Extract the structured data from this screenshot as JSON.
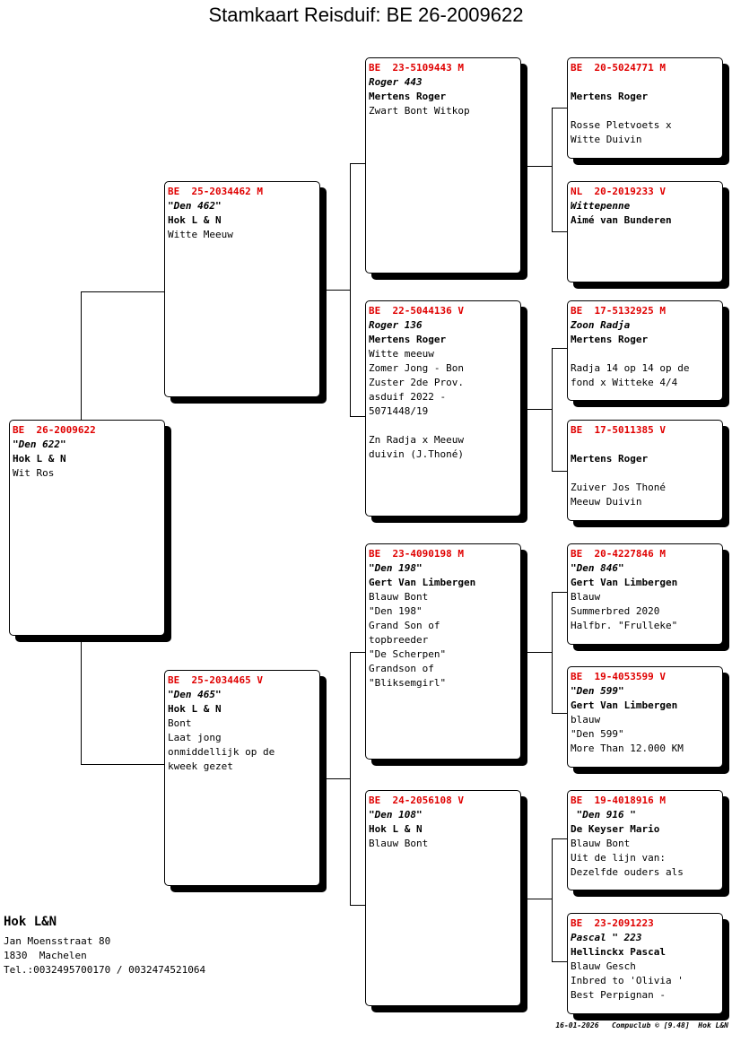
{
  "title": "Stamkaart Reisduif: BE  26-2009622",
  "cards": {
    "subject": {
      "ring": "BE  26-2009622",
      "name": "\"Den 622\"",
      "owner": "Hok L & N",
      "lines": [
        "Wit Ros"
      ]
    },
    "father": {
      "ring": "BE  25-2034462 M",
      "name": "\"Den 462\"",
      "owner": "Hok L & N",
      "lines": [
        "Witte Meeuw"
      ]
    },
    "mother": {
      "ring": "BE  25-2034465 V",
      "name": "\"Den 465\"",
      "owner": "Hok L & N",
      "lines": [
        "Bont",
        "Laat jong",
        "onmiddellijk op de",
        "kweek gezet"
      ]
    },
    "ff": {
      "ring": "BE  23-5109443 M",
      "name": "Roger 443",
      "owner": "Mertens Roger",
      "lines": [
        "Zwart Bont Witkop"
      ]
    },
    "fm": {
      "ring": "BE  22-5044136 V",
      "name": "Roger 136",
      "owner": "Mertens Roger",
      "lines": [
        "Witte meeuw",
        "Zomer Jong - Bon",
        "Zuster 2de Prov.",
        "asduif 2022 -",
        "5071448/19",
        "",
        "Zn Radja x Meeuw",
        "duivin (J.Thoné)"
      ]
    },
    "mf": {
      "ring": "BE  23-4090198 M",
      "name": "\"Den 198\"",
      "owner": "Gert Van Limbergen",
      "lines": [
        "Blauw Bont",
        "\"Den 198\"",
        "Grand Son of",
        "topbreeder",
        "\"De Scherpen\"",
        "Grandson of",
        "\"Bliksemgirl\""
      ]
    },
    "mm": {
      "ring": "BE  24-2056108 V",
      "name": "\"Den 108\"",
      "owner": "Hok L & N",
      "lines": [
        "Blauw Bont"
      ]
    },
    "fff": {
      "ring": "BE  20-5024771 M",
      "name": "",
      "owner": "Mertens Roger",
      "lines": [
        "",
        "Rosse Pletvoets x",
        "Witte Duivin"
      ]
    },
    "ffm": {
      "ring": "NL  20-2019233 V",
      "name": "Wittepenne",
      "owner": "Aimé van Bunderen",
      "lines": []
    },
    "fmf": {
      "ring": "BE  17-5132925 M",
      "name": "Zoon Radja",
      "owner": "Mertens Roger",
      "lines": [
        "",
        "Radja 14 op 14 op de",
        "fond x Witteke 4/4"
      ]
    },
    "fmm": {
      "ring": "BE  17-5011385 V",
      "name": "",
      "owner": "Mertens Roger",
      "lines": [
        "",
        "Zuiver Jos Thoné",
        "Meeuw Duivin"
      ]
    },
    "mff": {
      "ring": "BE  20-4227846 M",
      "name": "\"Den 846\"",
      "owner": "Gert Van Limbergen",
      "lines": [
        "Blauw",
        "Summerbred 2020",
        "Halfbr. \"Frulleke\""
      ]
    },
    "mfm": {
      "ring": "BE  19-4053599 V",
      "name": "\"Den 599\"",
      "owner": "Gert Van Limbergen",
      "lines": [
        "blauw",
        "\"Den 599\"",
        "More Than 12.000 KM"
      ]
    },
    "mmf": {
      "ring": "BE  19-4018916 M",
      "name": " \"Den 916 \"",
      "owner": "De Keyser Mario",
      "lines": [
        "Blauw Bont",
        "Uit de lijn van:",
        "Dezelfde ouders als"
      ]
    },
    "mmm": {
      "ring": "BE  23-2091223",
      "name": "Pascal \" 223",
      "owner": "Hellinckx Pascal",
      "lines": [
        "Blauw Gesch",
        "Inbred to 'Olivia '",
        "Best Perpignan -"
      ]
    }
  },
  "footer": {
    "name": "Hok L&N",
    "address": "Jan Moensstraat 80",
    "city": "1830  Machelen",
    "phone": "Tel.:0032495700170 / 0032474521064",
    "stamp": "16-01-2026   Compuclub © [9.48]  Hok L&N"
  }
}
